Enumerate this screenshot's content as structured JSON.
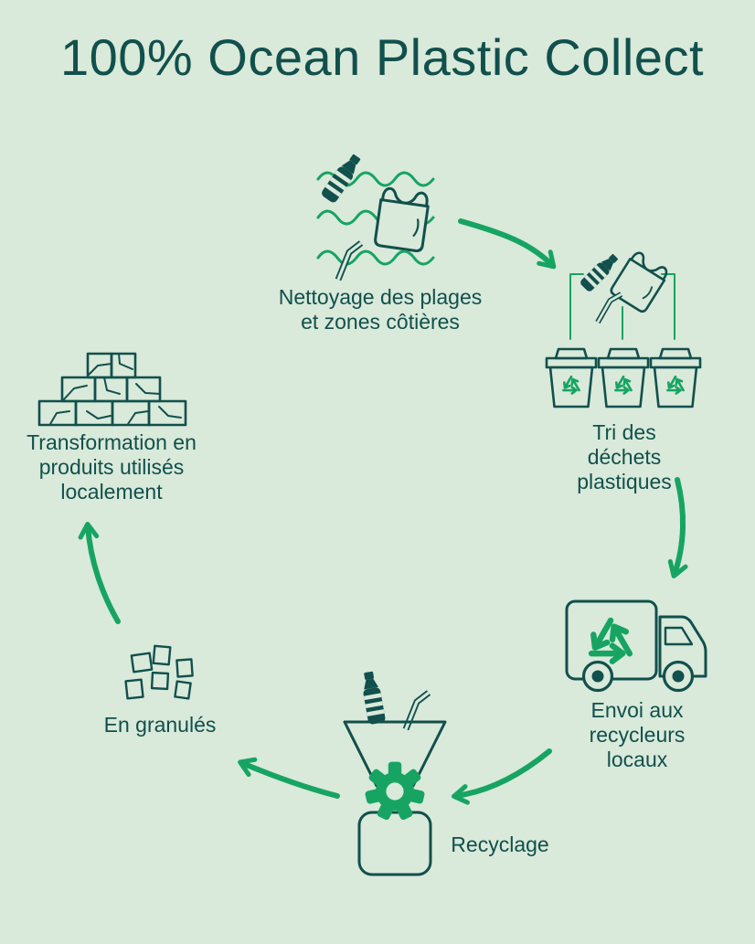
{
  "title": "100% Ocean Plastic Collect",
  "colors": {
    "background": "#d9e9da",
    "text": "#11504c",
    "accent": "#17a463"
  },
  "steps": [
    {
      "name": "nettoyage",
      "label": "Nettoyage des plages\net zones côtières",
      "icon": "ocean-waste-icon"
    },
    {
      "name": "tri",
      "label": "Tri des déchets\nplastiques",
      "icon": "sorting-bins-icon"
    },
    {
      "name": "envoi",
      "label": "Envoi aux recycleurs\nlocaux",
      "icon": "recycling-truck-icon"
    },
    {
      "name": "recyclage",
      "label": "Recyclage",
      "icon": "recycling-machine-icon"
    },
    {
      "name": "granules",
      "label": "En granulés",
      "icon": "granules-icon"
    },
    {
      "name": "transformation",
      "label": "Transformation en\nproduits utilisés\nlocalement",
      "icon": "bricks-icon"
    }
  ],
  "cycle": {
    "arrows": [
      {
        "from": "nettoyage",
        "to": "tri"
      },
      {
        "from": "tri",
        "to": "envoi"
      },
      {
        "from": "envoi",
        "to": "recyclage"
      },
      {
        "from": "recyclage",
        "to": "granules"
      },
      {
        "from": "granules",
        "to": "transformation"
      }
    ]
  }
}
